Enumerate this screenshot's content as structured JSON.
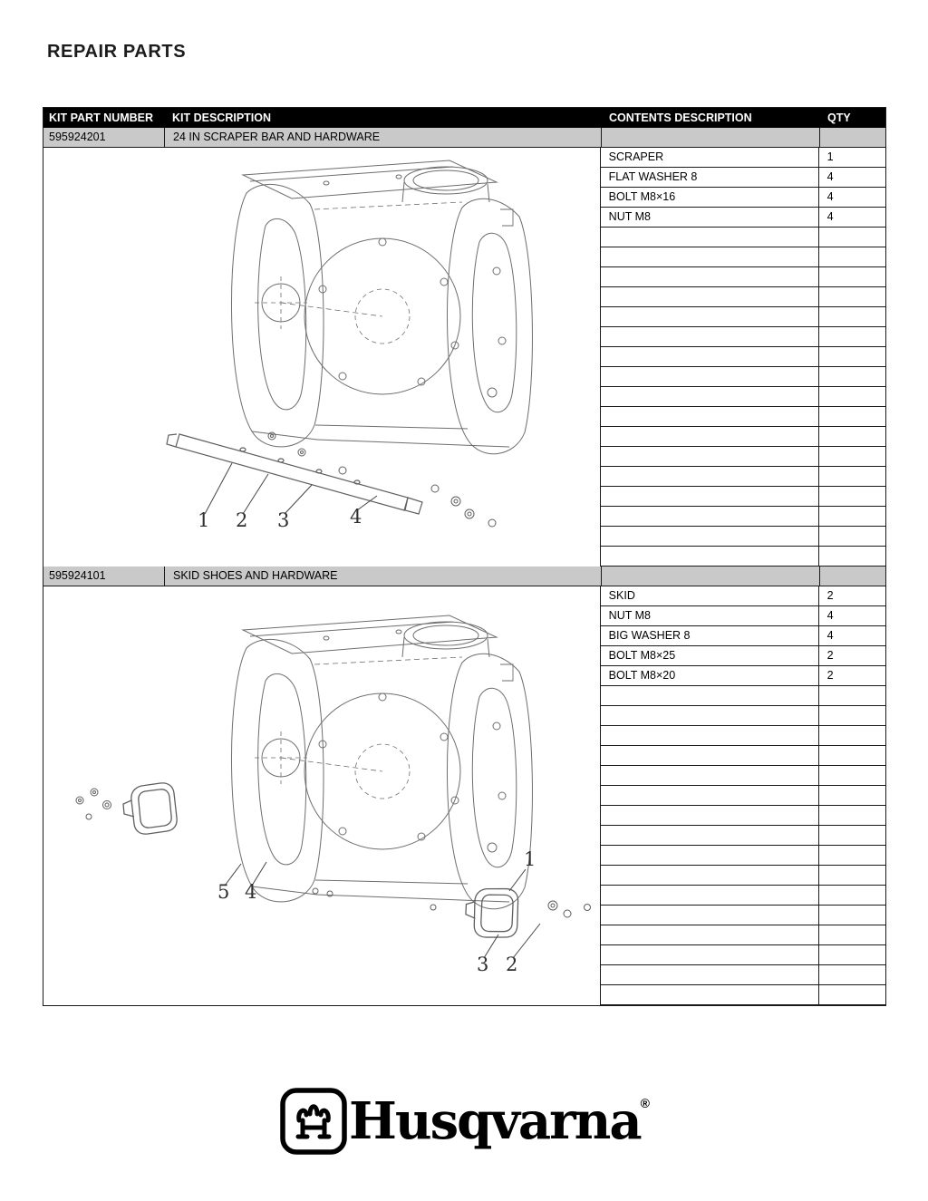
{
  "page": {
    "title": "REPAIR PARTS"
  },
  "table": {
    "headers": [
      "KIT PART NUMBER",
      "KIT DESCRIPTION",
      "CONTENTS DESCRIPTION",
      "QTY"
    ],
    "sections": [
      {
        "part_number": "595924201",
        "description": "24 IN SCRAPER BAR AND HARDWARE",
        "total_rows": 21,
        "contents": [
          {
            "desc": "SCRAPER",
            "qty": "1"
          },
          {
            "desc": "FLAT WASHER 8",
            "qty": "4"
          },
          {
            "desc": "BOLT M8×16",
            "qty": "4"
          },
          {
            "desc": "NUT M8",
            "qty": "4"
          }
        ],
        "callouts": [
          "1",
          "2",
          "3",
          "4"
        ]
      },
      {
        "part_number": "595924101",
        "description": "SKID SHOES AND HARDWARE",
        "total_rows": 21,
        "contents": [
          {
            "desc": "SKID",
            "qty": "2"
          },
          {
            "desc": "NUT M8",
            "qty": "4"
          },
          {
            "desc": "BIG WASHER 8",
            "qty": "4"
          },
          {
            "desc": "BOLT M8×25",
            "qty": "2"
          },
          {
            "desc": "BOLT M8×20",
            "qty": "2"
          }
        ],
        "callouts": [
          "5",
          "4",
          "1",
          "3",
          "2"
        ]
      }
    ]
  },
  "footer": {
    "brand": "Husqvarna",
    "registered": "®"
  }
}
